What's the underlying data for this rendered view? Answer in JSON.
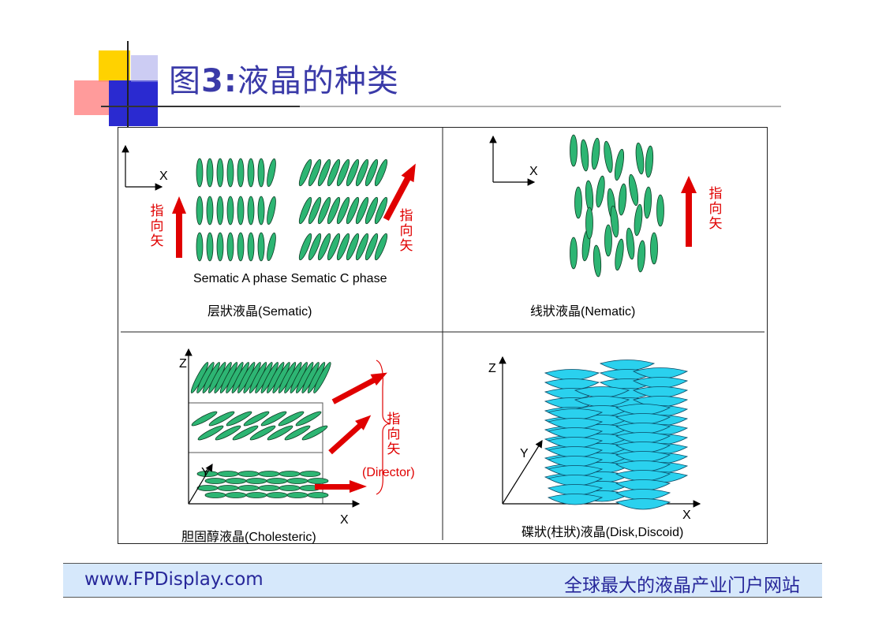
{
  "slide": {
    "title_prefix": "图",
    "title_number": "3:",
    "title_text": "液晶的种类"
  },
  "figure": {
    "panels": {
      "smectic": {
        "phase_label": "Sematic A phase Sematic C phase",
        "caption": "层狀液晶(Sematic)",
        "axis_x": "X",
        "director_label": "指向矢"
      },
      "nematic": {
        "caption": "线狀液晶(Nematic)",
        "axis_x": "X",
        "director_label": "指向矢"
      },
      "cholesteric": {
        "caption": "胆固醇液晶(Cholesteric)",
        "axis_z": "Z",
        "axis_y": "Y",
        "axis_x": "X",
        "director_label": "指向矢",
        "director_english": "(Director)"
      },
      "discotic": {
        "caption": "碟狀(柱狀)液晶(Disk,Discoid)",
        "axis_z": "Z",
        "axis_y": "Y",
        "axis_x": "X"
      }
    },
    "colors": {
      "molecule_fill": "#2db573",
      "disk_fill": "#2ad1ee",
      "director_arrow": "#e00000"
    }
  },
  "footer": {
    "left_text": "www.FPDisplay.com",
    "right_text": "全球最大的液晶产业门户网站"
  }
}
